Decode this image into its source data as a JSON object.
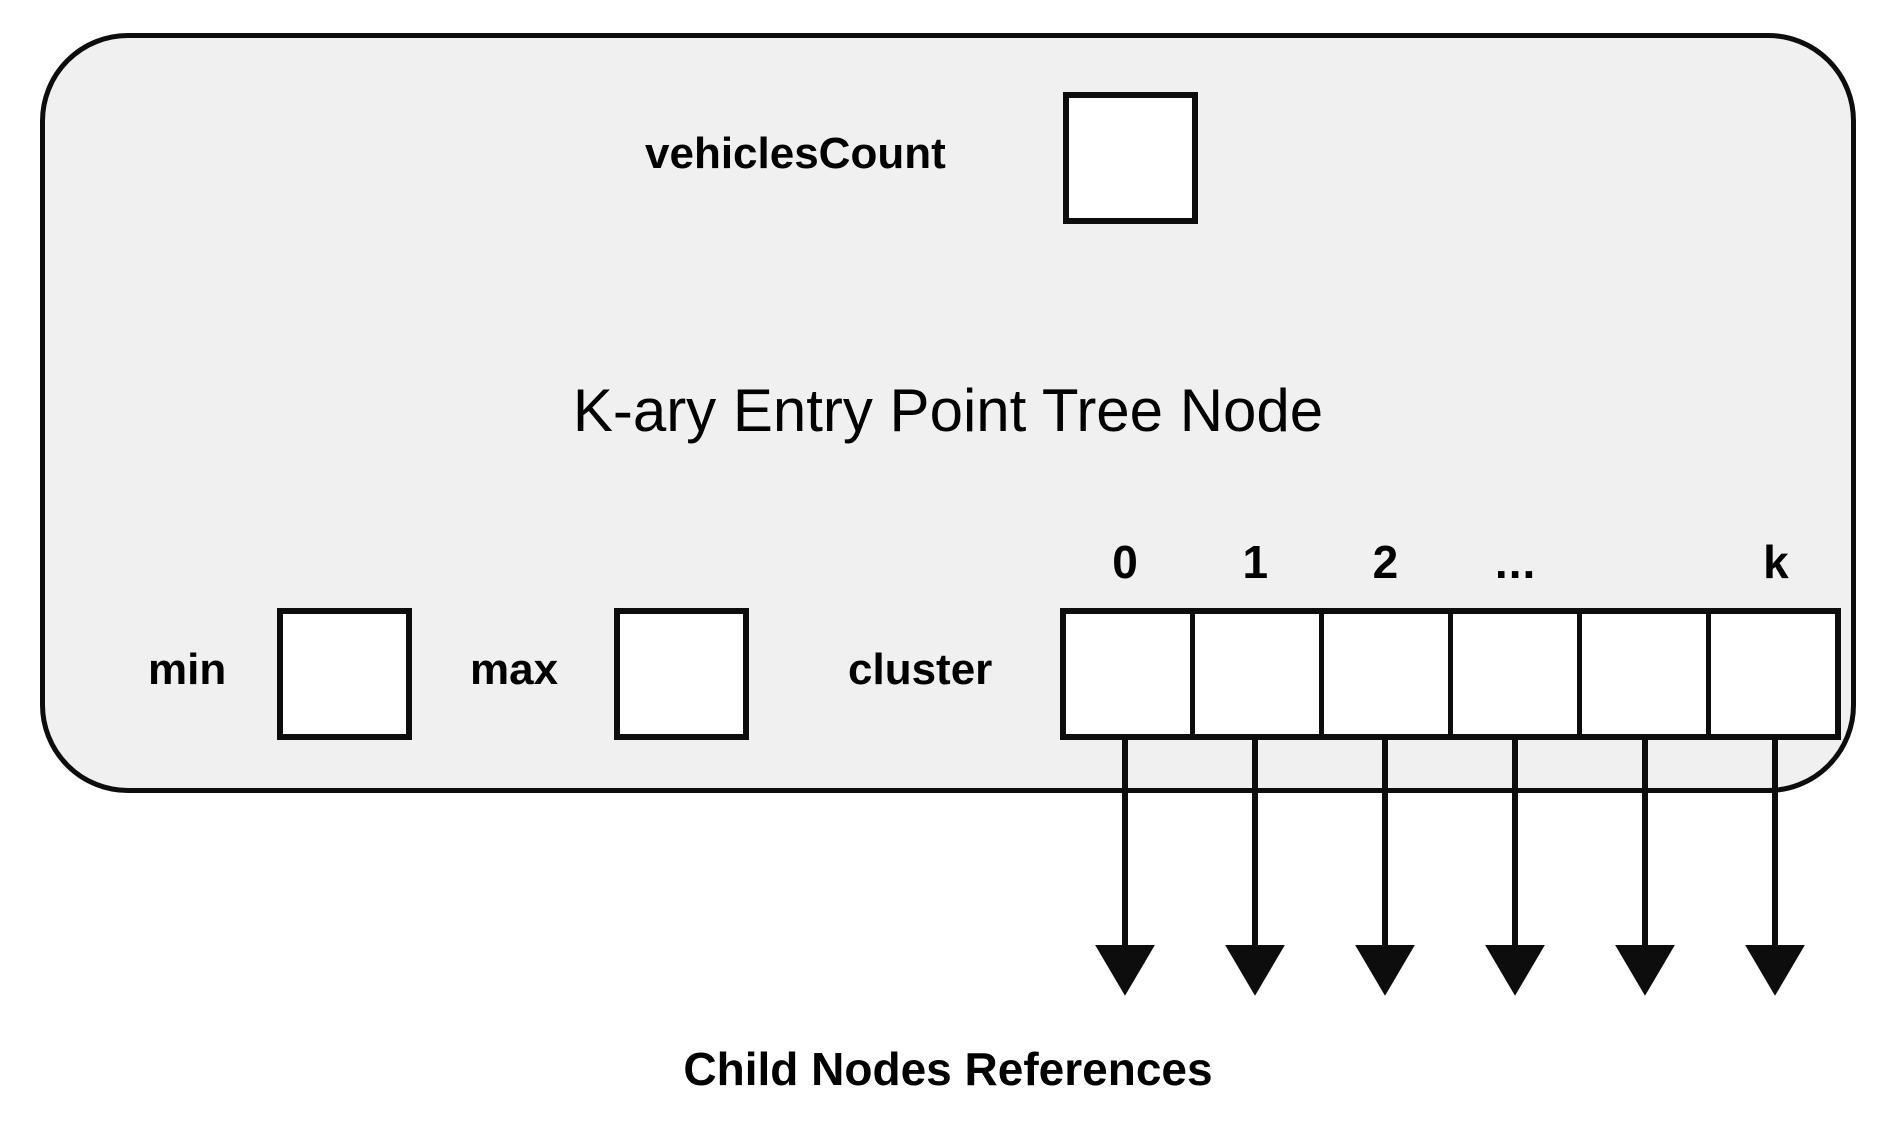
{
  "diagram": {
    "title": "K-ary Entry Point Tree Node",
    "caption": "Child Nodes References",
    "colors": {
      "node_fill": "#f0f0f0",
      "stroke": "#0d0d0d",
      "box_fill": "#ffffff",
      "page_background": "#ffffff"
    },
    "fields": {
      "vehicles_count_label": "vehiclesCount",
      "vehicles_count_value": "",
      "min_label": "min",
      "min_value": "",
      "max_label": "max",
      "max_value": "",
      "cluster_label": "cluster"
    },
    "cluster": {
      "indices": [
        "0",
        "1",
        "2",
        "...",
        "",
        "k"
      ],
      "cells": [
        "",
        "",
        "",
        "",
        "",
        ""
      ],
      "cell_count": 6,
      "arrow_count": 6
    }
  }
}
